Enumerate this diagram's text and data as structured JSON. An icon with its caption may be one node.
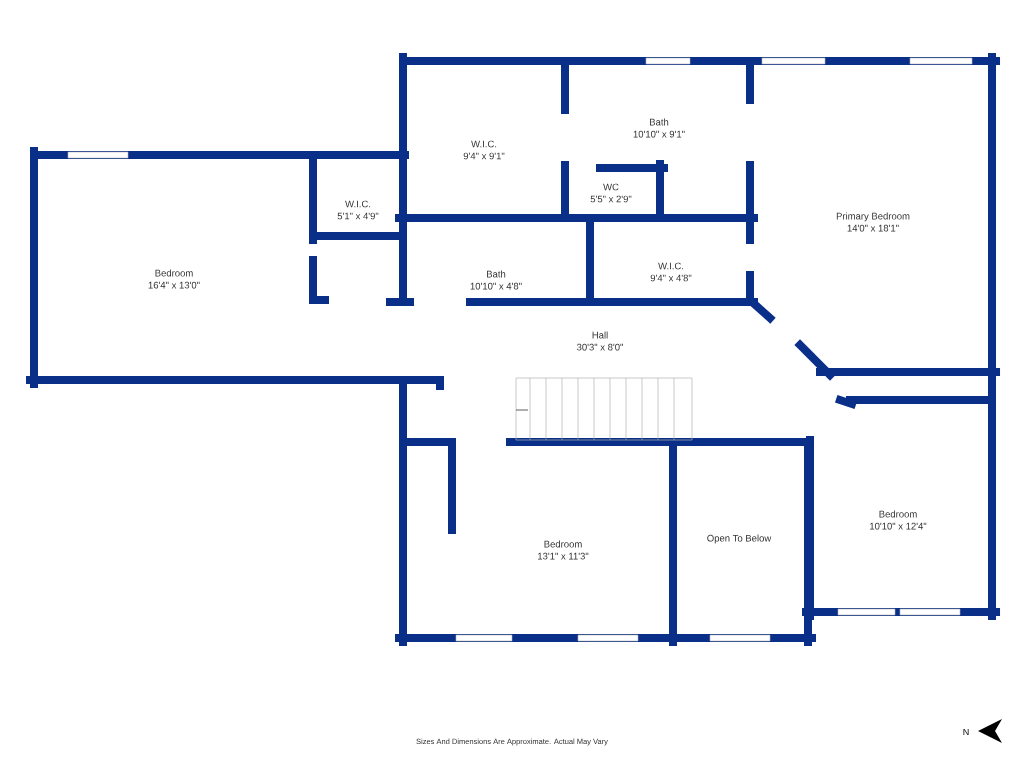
{
  "diagram": {
    "nodes": [
      {
        "text": [
          "Bedroom",
          "16'4\" x 13'0\""
        ]
      },
      {
        "text": [
          "W.I.C.",
          "5'1\" x 4'9\""
        ]
      },
      {
        "text": [
          "W.I.C.",
          "9'4\" x 9'1\""
        ]
      },
      {
        "text": [
          "Bath",
          "10'10\" x 9'1\""
        ]
      },
      {
        "text": [
          "WC",
          "5'5\" x 2'9\""
        ]
      },
      {
        "text": [
          "Primary Bedroom",
          "14'0\" x 18'1\""
        ]
      },
      {
        "text": [
          "Bath",
          "10'10\" x 4'8\""
        ]
      },
      {
        "text": [
          "W.I.C.",
          "9'4\" x 4'8\""
        ]
      },
      {
        "text": [
          "Hall",
          "30'3\" x 8'0\""
        ]
      },
      {
        "text": [
          "Bedroom",
          "13'1\" x 11'3\""
        ]
      },
      {
        "text": [
          "Open To Below"
        ]
      },
      {
        "text": [
          "Bedroom",
          "10'10\" x 12'4\""
        ]
      }
    ],
    "labels": [
      "Sizes And Dimensions Are Approximate. Actual May Vary",
      "N"
    ]
  }
}
